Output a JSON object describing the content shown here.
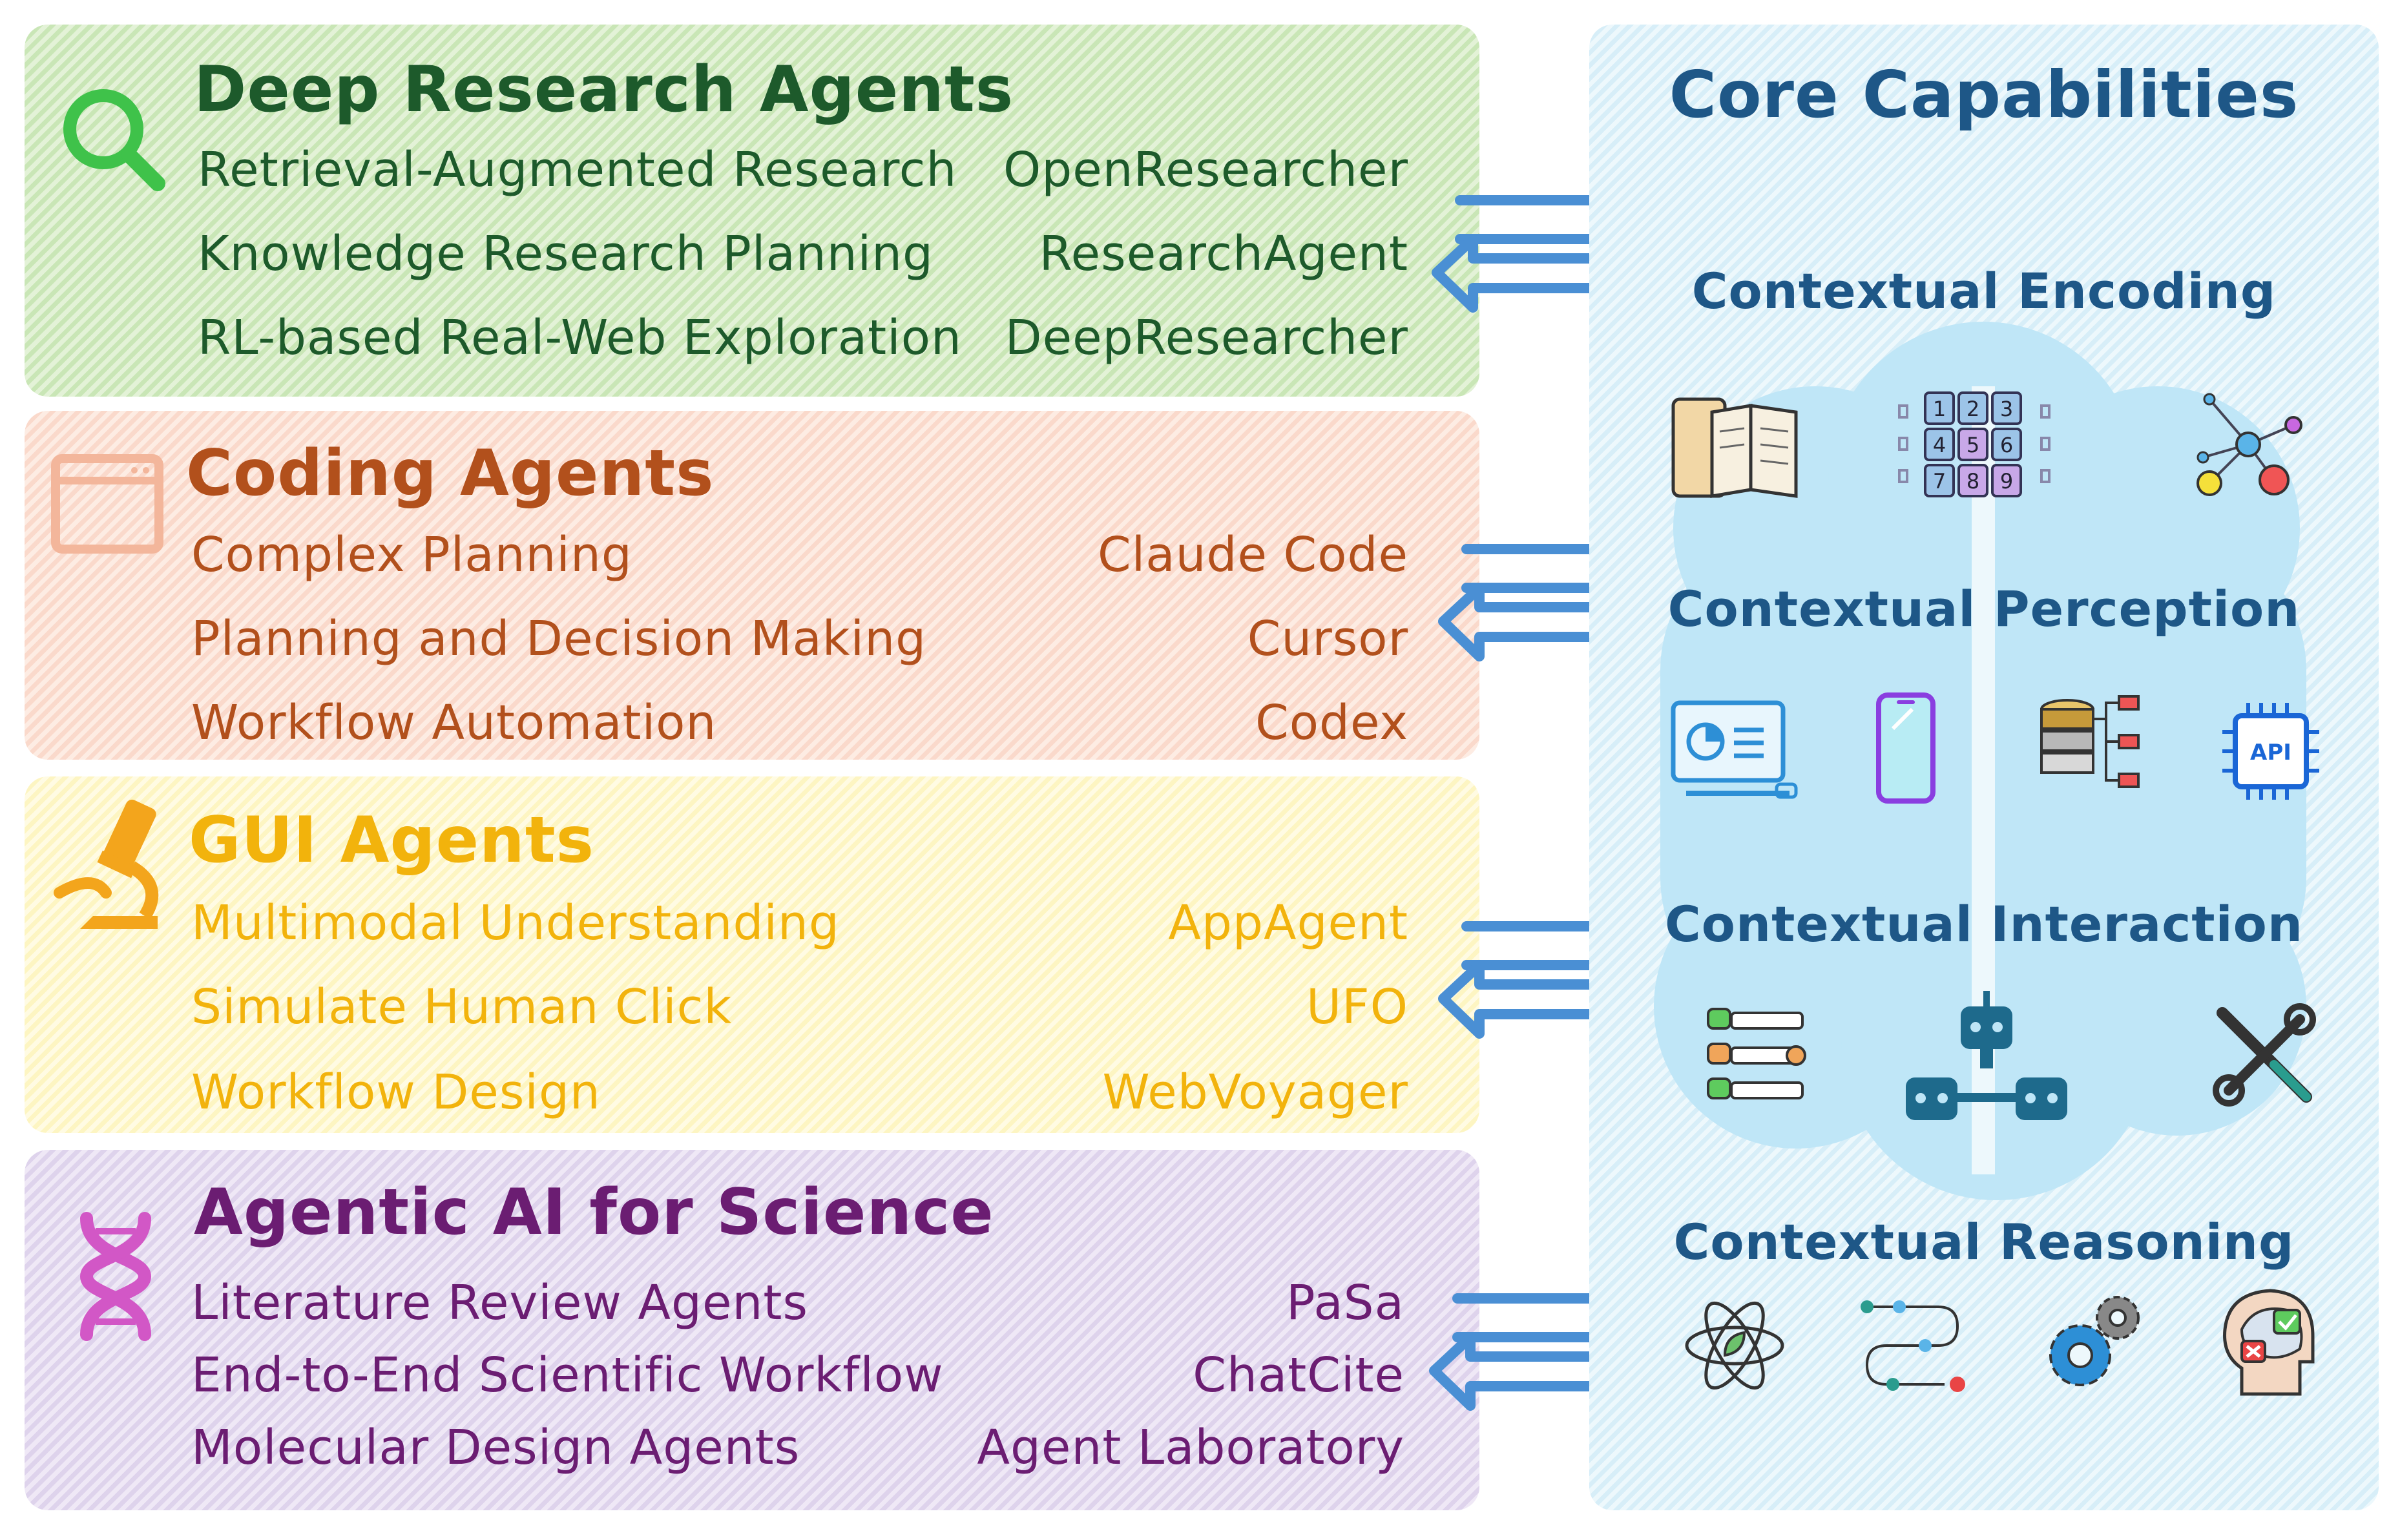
{
  "panels": {
    "research": {
      "title": "Deep Research Agents",
      "items": [
        "Retrieval-Augmented Research",
        "Knowledge Research Planning",
        "RL-based Real-Web Exploration"
      ],
      "examples": [
        "OpenResearcher",
        "ResearchAgent",
        "DeepResearcher"
      ],
      "icon": "magnifier-icon",
      "color": "#1d5a2b"
    },
    "coding": {
      "title": "Coding Agents",
      "items": [
        "Complex Planning",
        "Planning and Decision Making",
        "Workflow Automation"
      ],
      "examples": [
        "Claude Code",
        "Cursor",
        "Codex"
      ],
      "icon": "browser-window-icon",
      "color": "#b2501c"
    },
    "gui": {
      "title": "GUI Agents",
      "items": [
        "Multimodal Understanding",
        "Simulate Human Click",
        "Workflow Design"
      ],
      "examples": [
        "AppAgent",
        "UFO",
        "WebVoyager"
      ],
      "icon": "microscope-icon",
      "color": "#f2b30c"
    },
    "science": {
      "title": "Agentic AI for Science",
      "items": [
        "Literature Review Agents",
        "End-to-End Scientific Workflow",
        "Molecular Design Agents"
      ],
      "examples": [
        "PaSa",
        "ChatCite",
        "Agent Laboratory"
      ],
      "icon": "dna-icon",
      "color": "#6b1d72"
    }
  },
  "core": {
    "title": "Core Capabilities",
    "capabilities": [
      "Contextual Encoding",
      "Contextual Perception",
      "Contextual Interaction",
      "Contextual Reasoning"
    ],
    "keypad_digits": [
      "1",
      "2",
      "3",
      "4",
      "5",
      "6",
      "7",
      "8",
      "9"
    ],
    "api_label": "API",
    "color": "#1e5787",
    "arrow_color": "#4a8fd4",
    "cloud_color": "#bfe6f7"
  }
}
